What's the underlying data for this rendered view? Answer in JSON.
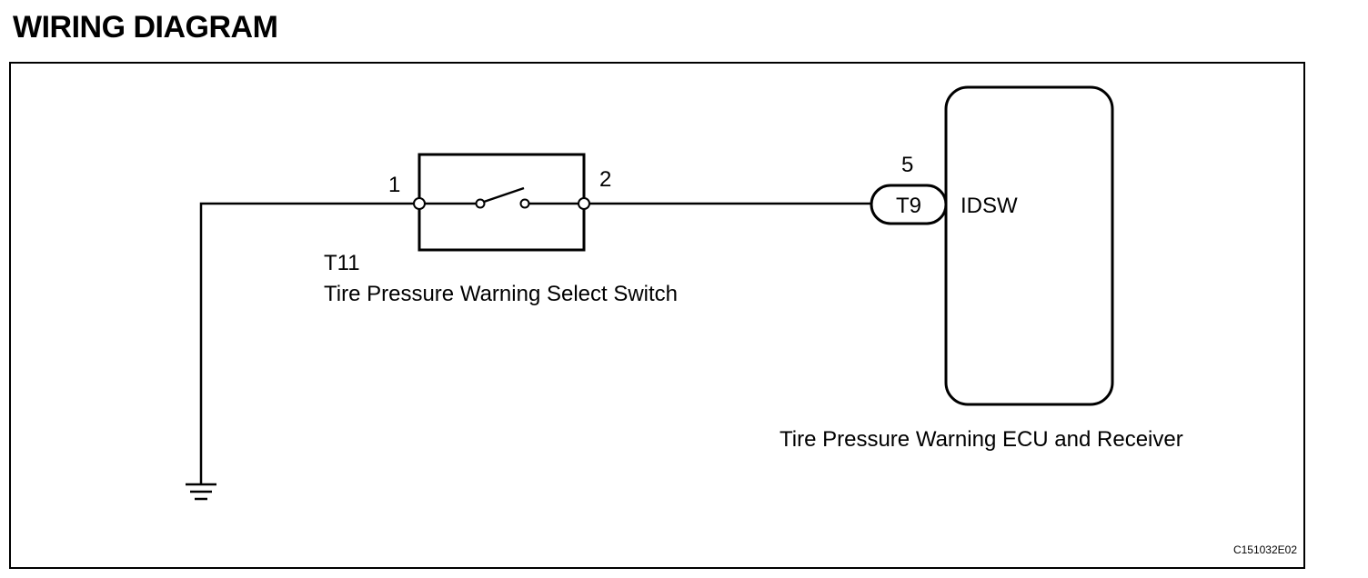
{
  "title": "WIRING DIAGRAM",
  "switch": {
    "connector_code": "T11",
    "name": "Tire Pressure Warning Select Switch",
    "pin_left": "1",
    "pin_right": "2"
  },
  "ecu": {
    "connector_code": "T9",
    "pin": "5",
    "terminal_name": "IDSW",
    "name": "Tire Pressure Warning ECU and Receiver"
  },
  "figure_id": "C151032E02"
}
